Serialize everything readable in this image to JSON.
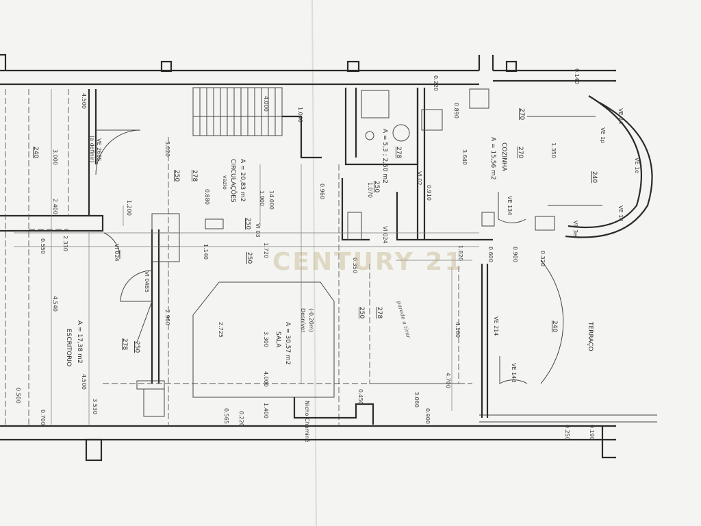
{
  "watermark": "CENTURY 21",
  "rooms": {
    "escritorio": {
      "name": "ESCRITORIO",
      "area": "A = 17,38 m2"
    },
    "circulacoes": {
      "name": "CIRCULAÇÕES",
      "area": "A = 20,83 m2"
    },
    "sala": {
      "name": "SALA",
      "area": "A = 30,57 m2"
    },
    "cozinha": {
      "name": "COZINHA",
      "area": "A = 15,56 m2"
    },
    "wc": {
      "area": "A = 5,3 ; 2,50 m2"
    },
    "terraco": {
      "name": "TERRAÇO"
    }
  },
  "notes": {
    "desnivel": "Desnível",
    "desnivel_value": "(-0,20m)",
    "chamine": "Nicho Chaminé",
    "vazio": "vazio",
    "handwritten": "parede a tirar"
  },
  "windows": {
    "ve_2685": "VE 268S",
    "ve_2685_sub": "(a definir)",
    "vi_024": "VI 024",
    "vi_04b5": "VI 04B5",
    "vi_03": "VI 03",
    "vi_024b": "VI 024",
    "vi_02a": "VI 02",
    "ve_214": "VE 214",
    "ve_14d": "VE 14d",
    "ve_134": "VE 134",
    "ve_24": "VE 24",
    "ve_1e": "VE 1e",
    "ve_14": "VE 14",
    "ve_3e": "VE 3e",
    "ve_1p": "VE 1p"
  },
  "levels": [
    "240",
    "270",
    "250",
    "278",
    "250",
    "278",
    "250",
    "250",
    "278",
    "270",
    "250",
    "240",
    "240",
    "250",
    "278"
  ],
  "dims": {
    "d4500": "4.500",
    "d3000": "3.000",
    "d2400": "2.400",
    "d1200": "1.200",
    "d4540": "4.540",
    "d2330": "2.330",
    "d0550": "0.550",
    "d0500": "0.500",
    "d3530": "3.530",
    "d4500b": "4.500",
    "d0700": "0.700",
    "d3020": "3.020",
    "d2960": "2.960",
    "d4000": "4.000",
    "d1040": "1.040",
    "d1900": "1.900",
    "d14000": "14.000",
    "d1720": "1.720",
    "d1140": "1.140",
    "d2725": "2.725",
    "d3300": "3.300",
    "d4000b": "4.000",
    "d1400": "1.400",
    "d0565": "0.565",
    "d0220": "0.220",
    "d1350": "1.350",
    "d3640": "3.640",
    "d0890": "0.890",
    "d4160": "4.160",
    "d4700": "4.700",
    "d3060": "3.060",
    "d0900": "0.900",
    "d1820": "1.820",
    "d0450": "0.450",
    "d0600": "0.600",
    "d0350": "0.350",
    "d0880": "0.880",
    "d0960": "0.960",
    "d0910": "0.910",
    "d1070": "1.070",
    "d0900b": "0.900",
    "d0320": "0.320",
    "d0140": "0.140",
    "d0220b": "0.220",
    "d0250": "0.250",
    "d0190": "0.190"
  }
}
